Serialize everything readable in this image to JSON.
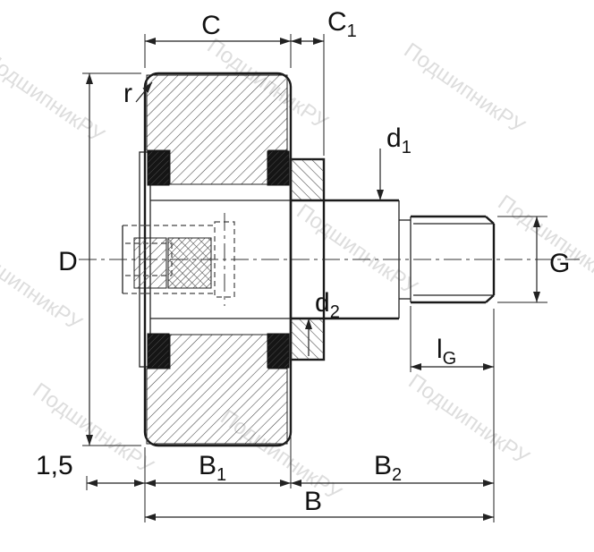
{
  "watermark": {
    "text": "ПодшипникРУ"
  },
  "labels": {
    "C": {
      "main": "C",
      "sub": ""
    },
    "C1": {
      "main": "C",
      "sub": "1"
    },
    "r": {
      "main": "r",
      "sub": ""
    },
    "D": {
      "main": "D",
      "sub": ""
    },
    "d1": {
      "main": "d",
      "sub": "1"
    },
    "d2": {
      "main": "d",
      "sub": "2"
    },
    "G": {
      "main": "G",
      "sub": ""
    },
    "lG": {
      "main": "l",
      "sub": "G"
    },
    "B1": {
      "main": "B",
      "sub": "1"
    },
    "B2": {
      "main": "B",
      "sub": "2"
    },
    "B": {
      "main": "B",
      "sub": ""
    },
    "chamfer_1_5": {
      "main": "1,5",
      "sub": ""
    }
  }
}
